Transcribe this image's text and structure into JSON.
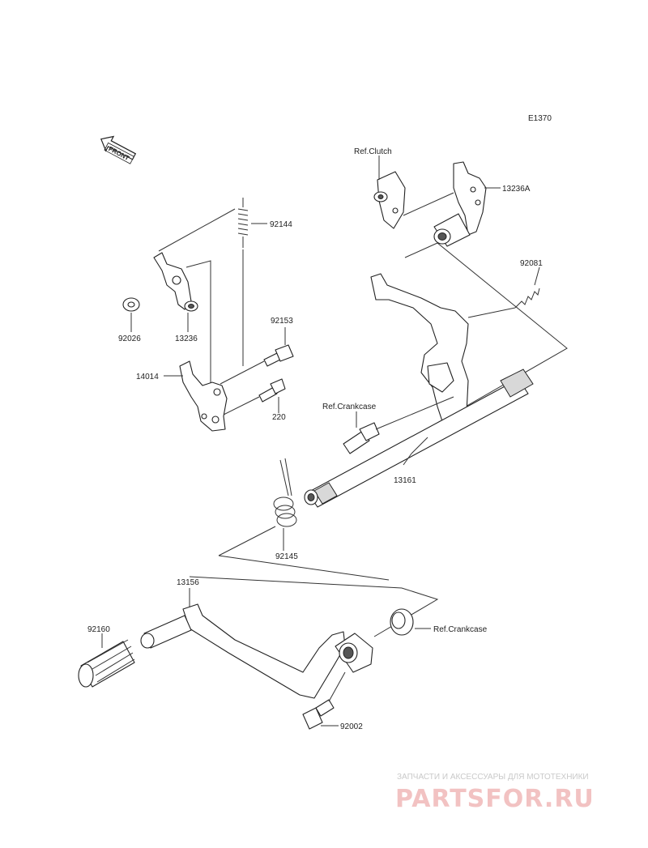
{
  "diagram_code": "E1370",
  "front_badge": "FRONT",
  "labels": {
    "ref_clutch": "Ref.Clutch",
    "p13236A": "13236A",
    "p92144": "92144",
    "p92081": "92081",
    "p92026": "92026",
    "p13236": "13236",
    "p92153": "92153",
    "p14014": "14014",
    "p220": "220",
    "ref_crankcase_upper": "Ref.Crankcase",
    "p13161": "13161",
    "p92145": "92145",
    "p13156": "13156",
    "p92160": "92160",
    "ref_crankcase_lower": "Ref.Crankcase",
    "p92002": "92002"
  },
  "watermark": {
    "subtitle": "ЗАПЧАСТИ И АКСЕССУАРЫ ДЛЯ МОТОТЕХНИКИ",
    "brand": "PARTSFOR.RU"
  }
}
